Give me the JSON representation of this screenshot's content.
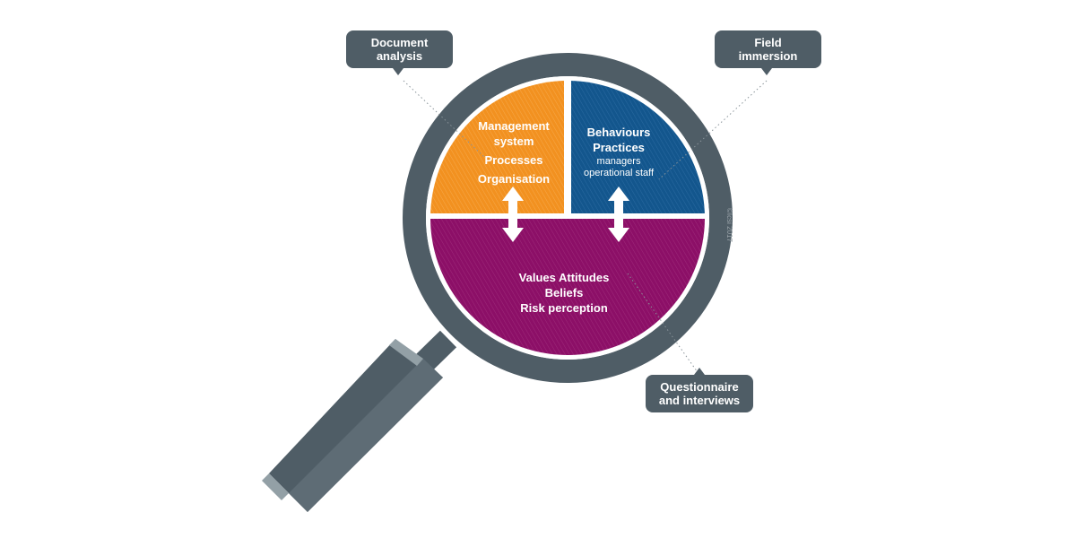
{
  "callouts": {
    "document": [
      "Document",
      "analysis"
    ],
    "field": [
      "Field",
      "immersion"
    ],
    "questionnaire": [
      "Questionnaire",
      "and interviews"
    ]
  },
  "quadrants": {
    "management": [
      "Management",
      "system",
      "Processes",
      "Organisation"
    ],
    "behaviours": [
      "Behaviours",
      "Practices",
      "managers",
      "operational staff"
    ],
    "values": [
      "Values Attitudes",
      "Beliefs",
      "Risk perception"
    ]
  },
  "copyright": "©Icsi 2017",
  "colors": {
    "orange": "#f29120",
    "blue": "#13568d",
    "purple": "#8c0f67",
    "frame": "#4f5d66",
    "handle_light": "#93a0a6"
  }
}
